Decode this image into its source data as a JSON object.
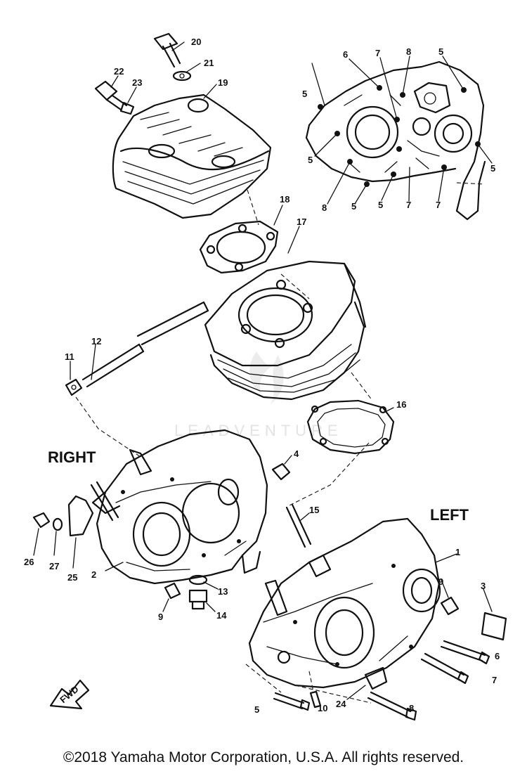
{
  "side_labels": {
    "right": "RIGHT",
    "left": "LEFT"
  },
  "front_arrow": "FWD",
  "watermark": "LEADVENTURE",
  "copyright": "©2018 Yamaha Motor Corporation, U.S.A. All rights reserved.",
  "callouts": {
    "c1": "1",
    "c2": "2",
    "c3": "3",
    "c4": "4",
    "c5a": "5",
    "c5b": "5",
    "c5c": "5",
    "c5d": "5",
    "c5e": "5",
    "c5f": "5",
    "c5g": "5",
    "c6a": "6",
    "c6b": "6",
    "c7a": "7",
    "c7b": "7",
    "c7c": "7",
    "c7d": "7",
    "c8a": "8",
    "c8b": "8",
    "c8c": "8",
    "c9a": "9",
    "c9b": "9",
    "c10": "10",
    "c11": "11",
    "c12": "12",
    "c13": "13",
    "c14": "14",
    "c15": "15",
    "c16": "16",
    "c17": "17",
    "c18": "18",
    "c19": "19",
    "c20": "20",
    "c21": "21",
    "c22": "22",
    "c23": "23",
    "c24": "24",
    "c25": "25",
    "c26": "26",
    "c27": "27"
  }
}
